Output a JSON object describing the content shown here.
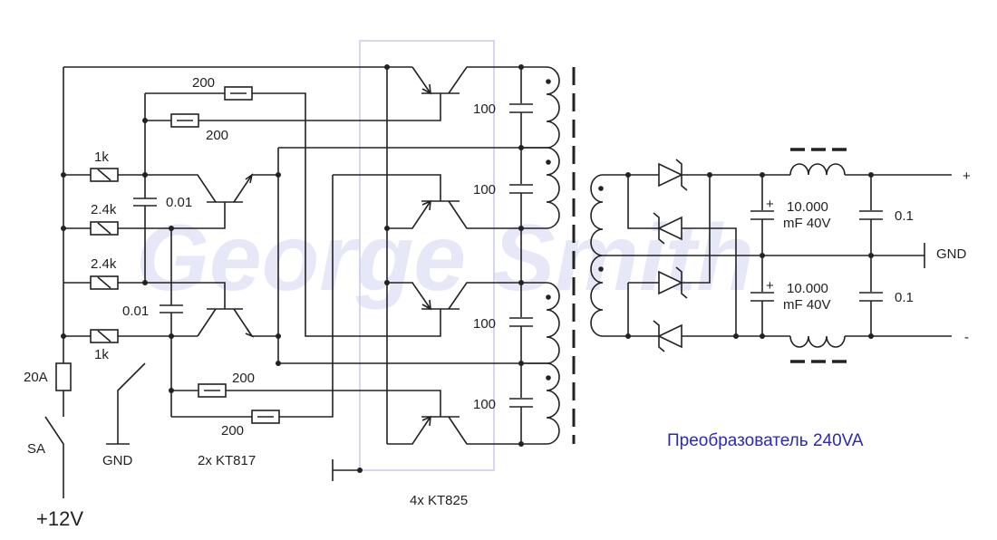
{
  "watermark": "George Smith",
  "title": "Преобразователь 240VA",
  "input": {
    "voltage": "+12V",
    "switch": "SA",
    "fuse": "20A",
    "gnd": "GND"
  },
  "driver": {
    "r_top1": "200",
    "r_top2": "200",
    "r_base1": "1k",
    "r_bias1": "2.4k",
    "r_bias2": "2.4k",
    "r_base2": "1k",
    "c1": "0.01",
    "c2": "0.01",
    "r_bot1": "200",
    "r_bot2": "200",
    "transistors": "2x KT817"
  },
  "power_stage": {
    "caps": [
      "100",
      "100",
      "100",
      "100"
    ],
    "transistors": "4x KT825"
  },
  "output": {
    "c_big1": [
      "10.000",
      "mF 40V"
    ],
    "c_big2": [
      "10.000",
      "mF 40V"
    ],
    "c_small1": "0.1",
    "c_small2": "0.1",
    "plus": "+",
    "minus": "-",
    "gnd": "GND",
    "cap_plus": "+"
  },
  "colors": {
    "title": "#2a2ab8",
    "box": "#c8c8f0",
    "watermark": "#e6e8f7"
  }
}
